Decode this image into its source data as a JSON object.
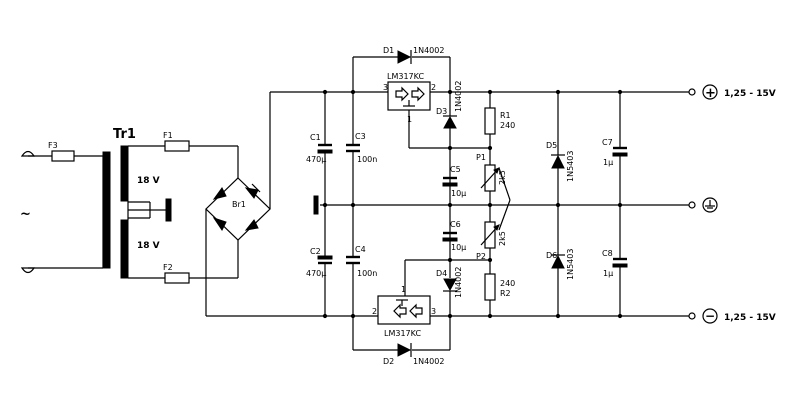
{
  "transformer": {
    "name": "Tr1",
    "upper_voltage": "18 V",
    "lower_voltage": "18 V"
  },
  "fuses": {
    "primary": "F3",
    "upper": "F1",
    "lower": "F2"
  },
  "bridge": "Br1",
  "mains_symbol": "~",
  "upper_regulator": {
    "chip": "LM317KC",
    "pin_in": "3",
    "pin_out": "2",
    "pin_adj": "1",
    "D1": {
      "ref": "D1",
      "part": "1N4002"
    },
    "D3": {
      "ref": "D3",
      "part": "1N4002"
    },
    "C1": {
      "ref": "C1",
      "value": "470µ"
    },
    "C3": {
      "ref": "C3",
      "value": "100n"
    },
    "C5": {
      "ref": "C5",
      "value": "10µ"
    },
    "R1": {
      "ref": "R1",
      "value": "240"
    },
    "P1": {
      "ref": "P1",
      "value": "2k5"
    },
    "D5": {
      "ref": "D5",
      "part": "1N5403"
    },
    "C7": {
      "ref": "C7",
      "value": "1µ"
    }
  },
  "lower_regulator": {
    "chip": "LM317KC",
    "pin_in": "2",
    "pin_out": "3",
    "pin_adj": "1",
    "D2": {
      "ref": "D2",
      "part": "1N4002"
    },
    "D4": {
      "ref": "D4",
      "part": "1N4002"
    },
    "C2": {
      "ref": "C2",
      "value": "470µ"
    },
    "C4": {
      "ref": "C4",
      "value": "100n"
    },
    "C6": {
      "ref": "C6",
      "value": "10µ"
    },
    "R2": {
      "ref": "R2",
      "value": "240"
    },
    "P2": {
      "ref": "P2",
      "value": "2k5"
    },
    "D6": {
      "ref": "D6",
      "part": "1N5403"
    },
    "C8": {
      "ref": "C8",
      "value": "1µ"
    }
  },
  "outputs": {
    "positive": {
      "symbol": "+",
      "label": "1,25 - 15V"
    },
    "negative": {
      "symbol": "−",
      "label": "1,25 - 15V"
    }
  }
}
